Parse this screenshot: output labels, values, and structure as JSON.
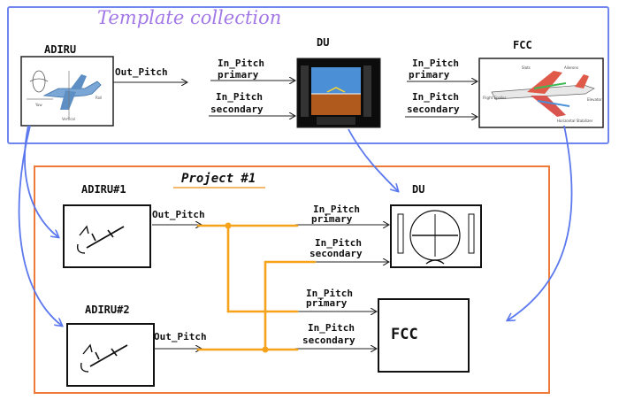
{
  "template": {
    "title": "Template collection",
    "frame_color": "#6f86f0",
    "adiru": {
      "name": "ADIRU",
      "output": "Out_Pitch"
    },
    "du": {
      "name": "DU",
      "input1": [
        "In_Pitch",
        "primary"
      ],
      "input2": [
        "In_Pitch",
        "secondary"
      ]
    },
    "fcc": {
      "name": "FCC",
      "input1": [
        "In_Pitch",
        "primary"
      ],
      "input2": [
        "In_Pitch",
        "secondary"
      ]
    }
  },
  "project": {
    "title": "Project #1",
    "frame_color": "#ef7b3a",
    "wire_color": "#f6a21a",
    "adiru1": {
      "name": "ADIRU#1",
      "output": "Out_Pitch"
    },
    "adiru2": {
      "name": "ADIRU#2",
      "output": "Out_Pitch"
    },
    "du": {
      "name": "DU",
      "input1": [
        "In_Pitch",
        "primary"
      ],
      "input2": [
        "In_Pitch",
        "secondary"
      ]
    },
    "fcc": {
      "name": "FCC",
      "box_label": "FCC",
      "input1": [
        "In_Pitch",
        "primary"
      ],
      "input2": [
        "In_Pitch",
        "secondary"
      ]
    }
  }
}
